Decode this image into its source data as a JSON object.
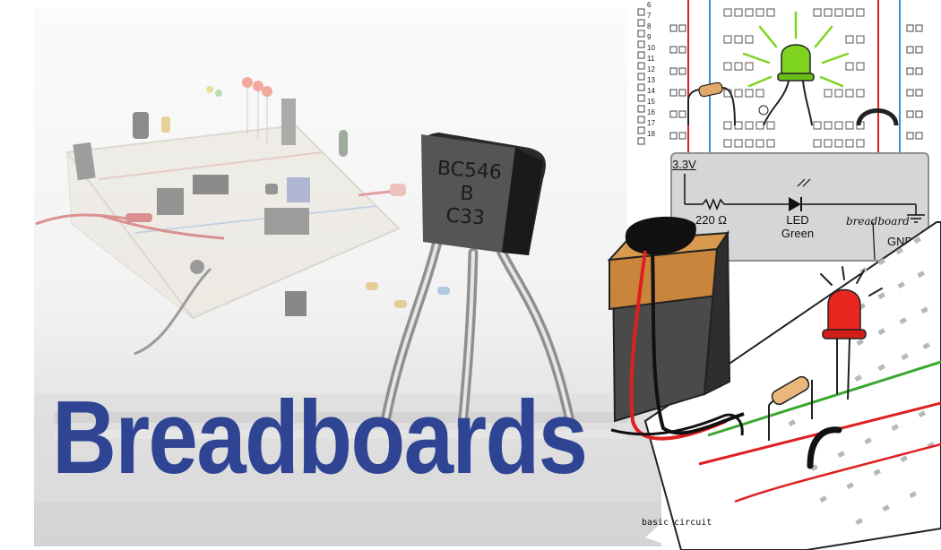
{
  "title": "Breadboards",
  "transistor": {
    "marking_line1": "BC546",
    "marking_line2": "B",
    "marking_line3": "C33"
  },
  "schematic": {
    "voltage": "3.3V",
    "resistor": "220 Ω",
    "led_line1": "LED",
    "led_line2": "Green",
    "breadboard": "breadboard",
    "ground": "GND"
  },
  "row_numbers": [
    "6",
    "7",
    "8",
    "9",
    "10",
    "11",
    "12",
    "13",
    "14",
    "15",
    "16",
    "17",
    "18"
  ],
  "caption": "basic circuit",
  "colors": {
    "title": "#2f4594",
    "led_green": "#7ed321",
    "led_red": "#e8251f",
    "rail_red": "#e02020",
    "rail_blue": "#3a8ed8",
    "wire_green": "#3aa62e"
  }
}
